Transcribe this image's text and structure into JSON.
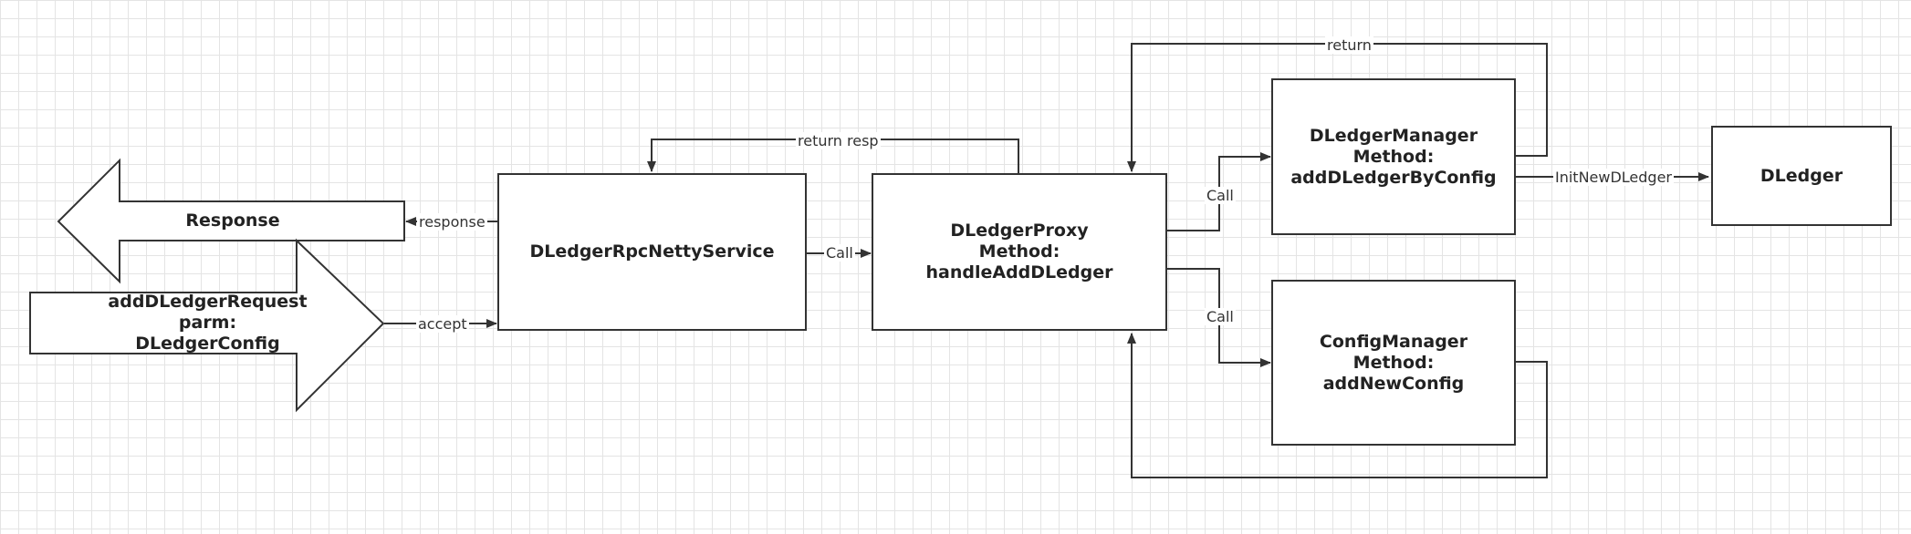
{
  "nodes": {
    "response": "Response",
    "request": "addDLedgerRequest\nparm:\nDLedgerConfig",
    "rpc_service": "DLedgerRpcNettyService",
    "proxy": "DLedgerProxy\nMethod:\nhandleAddDLedger",
    "manager": "DLedgerManager\nMethod:\naddDLedgerByConfig",
    "config_manager": "ConfigManager\nMethod:\naddNewConfig",
    "dledger": "DLedger"
  },
  "edges": {
    "response": "response",
    "accept": "accept",
    "call_proxy": "Call",
    "return_resp": "return resp",
    "call_manager": "Call",
    "call_config": "Call",
    "return_top": "return",
    "init_new": "InitNewDLedger"
  },
  "colors": {
    "stroke": "#333333",
    "text": "#222222",
    "grid": "#e4e4e4"
  }
}
